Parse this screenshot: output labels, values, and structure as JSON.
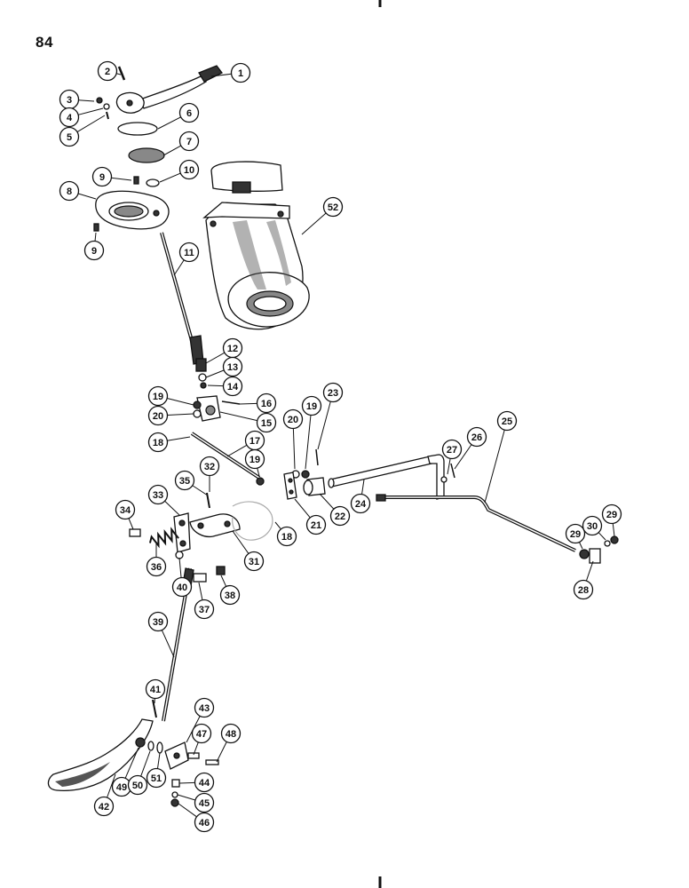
{
  "page_number": "84",
  "callouts": [
    {
      "label": "1"
    },
    {
      "label": "2"
    },
    {
      "label": "3"
    },
    {
      "label": "4"
    },
    {
      "label": "5"
    },
    {
      "label": "6"
    },
    {
      "label": "7"
    },
    {
      "label": "8"
    },
    {
      "label": "9"
    },
    {
      "label": "10"
    },
    {
      "label": "9"
    },
    {
      "label": "11"
    },
    {
      "label": "52"
    },
    {
      "label": "12"
    },
    {
      "label": "13"
    },
    {
      "label": "14"
    },
    {
      "label": "19"
    },
    {
      "label": "20"
    },
    {
      "label": "16"
    },
    {
      "label": "15"
    },
    {
      "label": "18"
    },
    {
      "label": "17"
    },
    {
      "label": "19"
    },
    {
      "label": "20"
    },
    {
      "label": "19"
    },
    {
      "label": "23"
    },
    {
      "label": "25"
    },
    {
      "label": "27"
    },
    {
      "label": "26"
    },
    {
      "label": "32"
    },
    {
      "label": "35"
    },
    {
      "label": "33"
    },
    {
      "label": "34"
    },
    {
      "label": "18"
    },
    {
      "label": "21"
    },
    {
      "label": "22"
    },
    {
      "label": "24"
    },
    {
      "label": "31"
    },
    {
      "label": "36"
    },
    {
      "label": "40"
    },
    {
      "label": "38"
    },
    {
      "label": "37"
    },
    {
      "label": "29"
    },
    {
      "label": "30"
    },
    {
      "label": "29"
    },
    {
      "label": "28"
    },
    {
      "label": "39"
    },
    {
      "label": "41"
    },
    {
      "label": "43"
    },
    {
      "label": "47"
    },
    {
      "label": "48"
    },
    {
      "label": "42"
    },
    {
      "label": "49"
    },
    {
      "label": "50"
    },
    {
      "label": "51"
    },
    {
      "label": "44"
    },
    {
      "label": "45"
    },
    {
      "label": "46"
    }
  ]
}
